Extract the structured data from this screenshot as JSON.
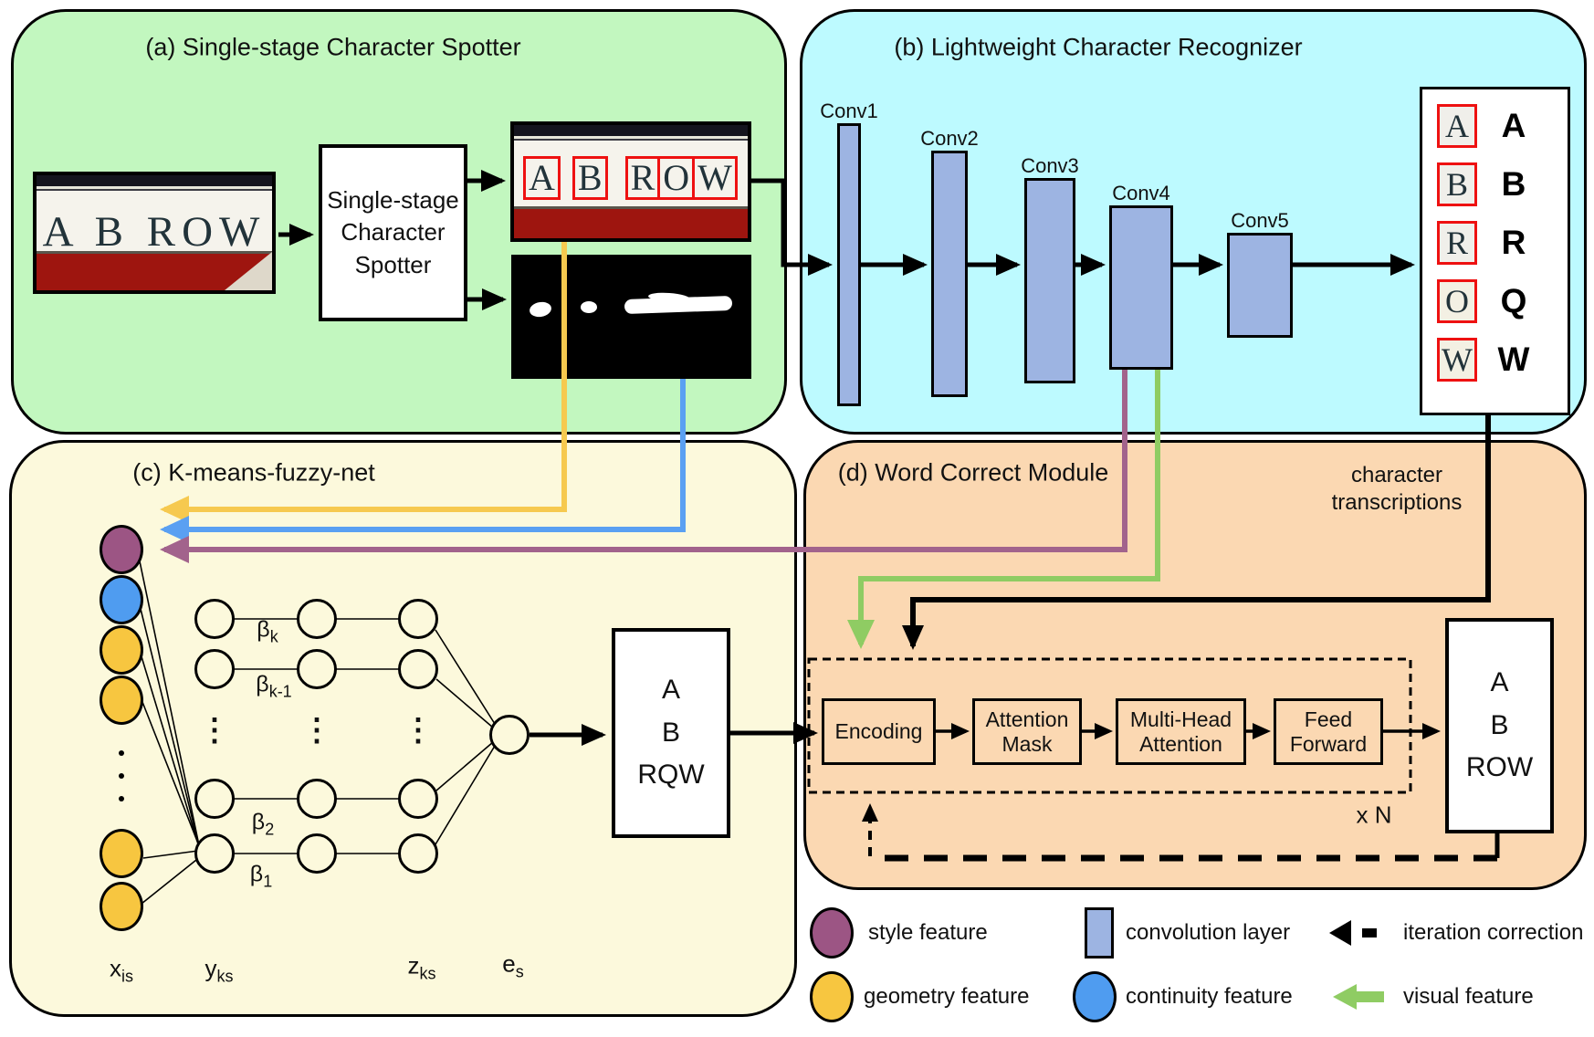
{
  "panel_a": {
    "title": "(a) Single-stage Character Spotter",
    "input_sign_text": "A B ROW",
    "spotter_box": {
      "line1": "Single-stage",
      "line2": "Character",
      "line3": "Spotter"
    },
    "detected_chars": [
      "A",
      "B",
      "R",
      "O",
      "W"
    ]
  },
  "panel_b": {
    "title": "(b) Lightweight Character Recognizer",
    "conv_labels": [
      "Conv1",
      "Conv2",
      "Conv3",
      "Conv4",
      "Conv5"
    ],
    "transcription_rows": [
      {
        "crop": "A",
        "pred": "A"
      },
      {
        "crop": "B",
        "pred": "B"
      },
      {
        "crop": "R",
        "pred": "R"
      },
      {
        "crop": "O",
        "pred": "Q"
      },
      {
        "crop": "W",
        "pred": "W"
      }
    ]
  },
  "panel_c": {
    "title": "(c) K-means-fuzzy-net",
    "beta_rows": [
      {
        "base": "β",
        "sub": "k"
      },
      {
        "base": "β",
        "sub": "k-1"
      },
      {
        "base": "β",
        "sub": "2"
      },
      {
        "base": "β",
        "sub": "1"
      }
    ],
    "axis_labels": [
      {
        "base": "x",
        "sub": "is"
      },
      {
        "base": "y",
        "sub": "ks"
      },
      {
        "base": "z",
        "sub": "ks"
      },
      {
        "base": "e",
        "sub": "s"
      }
    ],
    "word_box": {
      "line1": "A",
      "line2": "B",
      "line3": "RQW"
    }
  },
  "panel_d": {
    "title": "(d) Word Correct Module",
    "annotation_line1": "character",
    "annotation_line2": "transcriptions",
    "modules": [
      "Encoding",
      "Attention Mask",
      "Multi-Head Attention",
      "Feed Forward"
    ],
    "repeat_label": "x N",
    "word_box": {
      "line1": "A",
      "line2": "B",
      "line3": "ROW"
    }
  },
  "legend": {
    "style_label": "style feature",
    "convolution_label": "convolution layer",
    "iteration_label": "iteration correction",
    "geometry_label": "geometry feature",
    "continuity_label": "continuity feature",
    "visual_label": "visual feature"
  },
  "colors": {
    "panel_a_bg": "#c2f7bf",
    "panel_b_bg": "#bdfaff",
    "panel_c_bg": "#fcf9dc",
    "panel_d_bg": "#fbd8b2",
    "convolution_layer": "#9db4e2",
    "style_feature": "#9c5584",
    "geometry_feature": "#f7c640",
    "continuity_feature": "#4f9cf0",
    "visual_feature_arrow": "#8fcc63",
    "char_box_red": "#ee1111",
    "route_yellow": "#f6c94f",
    "route_blue": "#5aa0f2",
    "route_purple": "#a2638c",
    "sign_red_band": "#9e150f"
  }
}
